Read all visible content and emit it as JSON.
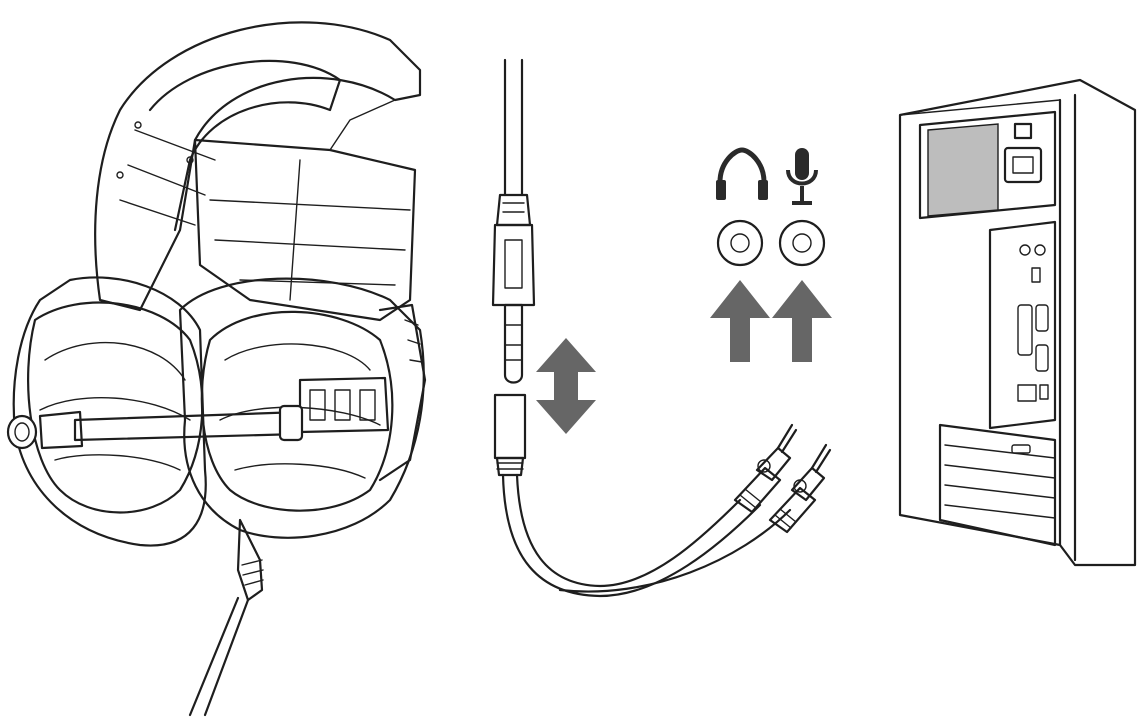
{
  "colors": {
    "line": "#1e1e1e",
    "arrow": "#666666",
    "icon": "#2a2a2a",
    "background": "#ffffff"
  },
  "icons": {
    "headphone_port": "headphones-icon",
    "mic_port": "microphone-icon"
  },
  "connection": {
    "direction": "bidirectional",
    "ports": [
      "headphone",
      "microphone"
    ]
  }
}
